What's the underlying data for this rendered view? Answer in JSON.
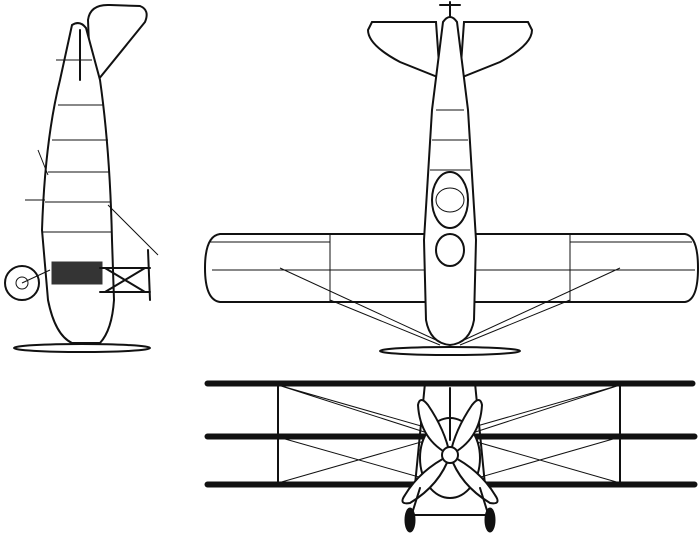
{
  "drawing": {
    "views": [
      "side-view",
      "top-view",
      "front-view"
    ],
    "colors": {
      "ink": "#111111",
      "paper": "#ffffff"
    }
  }
}
